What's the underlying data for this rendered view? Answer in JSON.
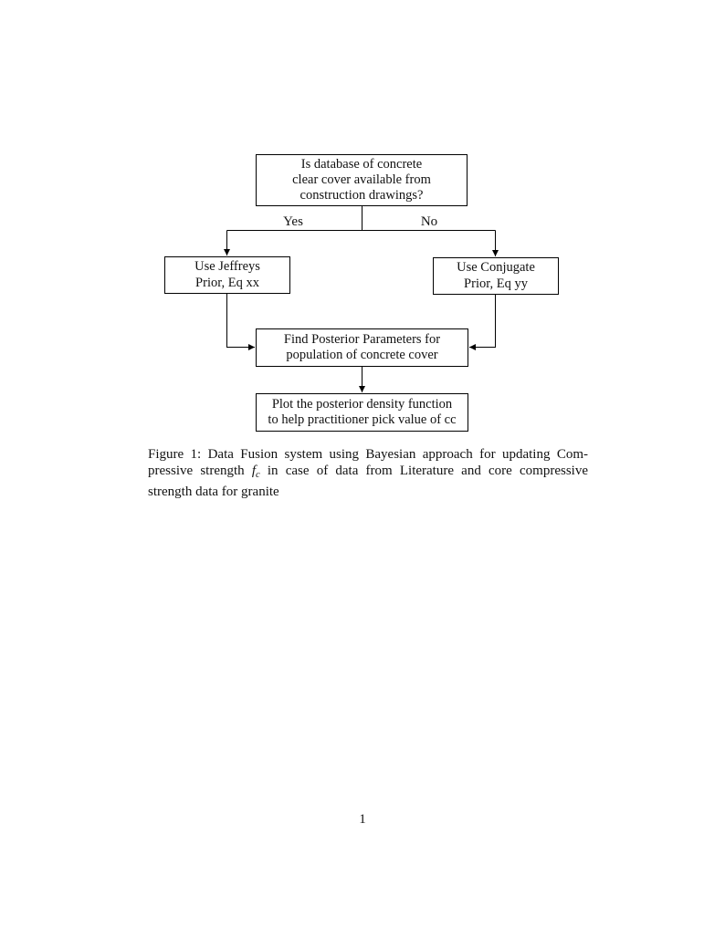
{
  "page": {
    "number": "1"
  },
  "figure": {
    "flowchart": {
      "nodes": {
        "question": {
          "lines": [
            "Is database of concrete",
            "clear cover available from",
            "construction drawings?"
          ]
        },
        "jeffreys": {
          "lines": [
            "Use Jeffreys",
            "Prior, Eq xx"
          ]
        },
        "conjugate": {
          "lines": [
            "Use Conjugate",
            "Prior, Eq yy"
          ]
        },
        "posterior": {
          "lines": [
            "Find Posterior Parameters for",
            "population of concrete cover"
          ]
        },
        "plot": {
          "lines": [
            "Plot the posterior density function",
            "to help practitioner pick value of cc"
          ]
        }
      },
      "branch_labels": {
        "yes": "Yes",
        "no": "No"
      },
      "edges": [
        "question -> jeffreys (Yes)",
        "question -> conjugate (No)",
        "jeffreys -> posterior",
        "conjugate -> posterior",
        "posterior -> plot"
      ]
    },
    "caption": {
      "line1": "Figure 1: Data Fusion system using Bayesian approach for updating Com-",
      "line2_pre": "pressive strength ",
      "fc_base": "f",
      "fc_sub": "c",
      "line2_post": " in case of data from Literature and core compressive",
      "line3": "strength data for granite"
    }
  },
  "colors": {
    "background": "#ffffff",
    "text": "#111111",
    "line": "#000000"
  }
}
